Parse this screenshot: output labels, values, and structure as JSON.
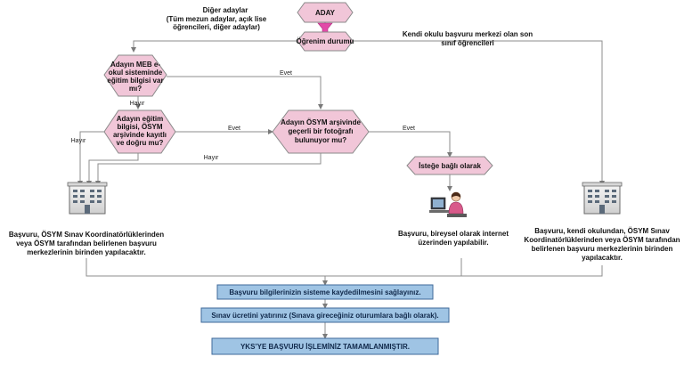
{
  "top": {
    "aday": "ADAY",
    "ogrenim_durumu": "Öğrenim durumu"
  },
  "labels": {
    "diger_adaylar_1": "Diğer adaylar",
    "diger_adaylar_2": "(Tüm mezun adaylar, açık lise",
    "diger_adaylar_3": "öğrencileri, diğer adaylar)",
    "kendi_okulu_1": "Kendi okulu başvuru merkezi olan son",
    "kendi_okulu_2": "sınıf öğrencileri",
    "evet_1": "Evet",
    "evet_2": "Evet",
    "evet_3": "Evet",
    "hayir_1": "Hayır",
    "hayir_2": "Hayır",
    "hayir_3": "Hayır"
  },
  "decisions": {
    "meb_1": "Adayın MEB e-",
    "meb_2": "okul sisteminde",
    "meb_3": "eğitim bilgisi var",
    "meb_4": "mı?",
    "egitim_1": "Adayın eğitim",
    "egitim_2": "bilgisi, ÖSYM",
    "egitim_3": "arşivinde kayıtlı",
    "egitim_4": "ve doğru mu?",
    "foto_1": "Adayın ÖSYM arşivinde",
    "foto_2": "geçerli bir fotoğrafı",
    "foto_3": "bulunuyor mu?",
    "istege_bagli": "İsteğe bağlı olarak"
  },
  "outcomes": {
    "left_1": "Başvuru, ÖSYM Sınav Koordinatörlüklerinden",
    "left_2": "veya ÖSYM tarafından belirlenen başvuru",
    "left_3": "merkezlerinin birinden  yapılacaktır.",
    "mid_1": "Başvuru, bireysel olarak internet",
    "mid_2": "üzerinden yapılabilir.",
    "right_1": "Başvuru, kendi okulundan,  ÖSYM Sınav",
    "right_2": "Koordinatörlüklerinden veya ÖSYM tarafından",
    "right_3": "belirlenen başvuru merkezlerinin birinden",
    "right_4": "yapılacaktır."
  },
  "steps": {
    "step_1": "Başvuru bilgilerinizin sisteme kaydedilmesini sağlayınız.",
    "step_2": "Sınav ücretini yatırınız (Sınava gireceğiniz oturumlara bağlı olarak).",
    "step_3": "YKS’YE BAŞVURU İŞLEMİNİZ TAMAMLANMIŞTIR."
  },
  "colors": {
    "decision_fill": "#f1c6d8",
    "decision_stroke": "#8a8a8a",
    "box_fill": "#9fc4e4",
    "box_stroke": "#3f6a9a",
    "line": "#8c8c8c"
  },
  "icons": {
    "building": "building-icon",
    "computer_user": "computer-user-icon"
  }
}
